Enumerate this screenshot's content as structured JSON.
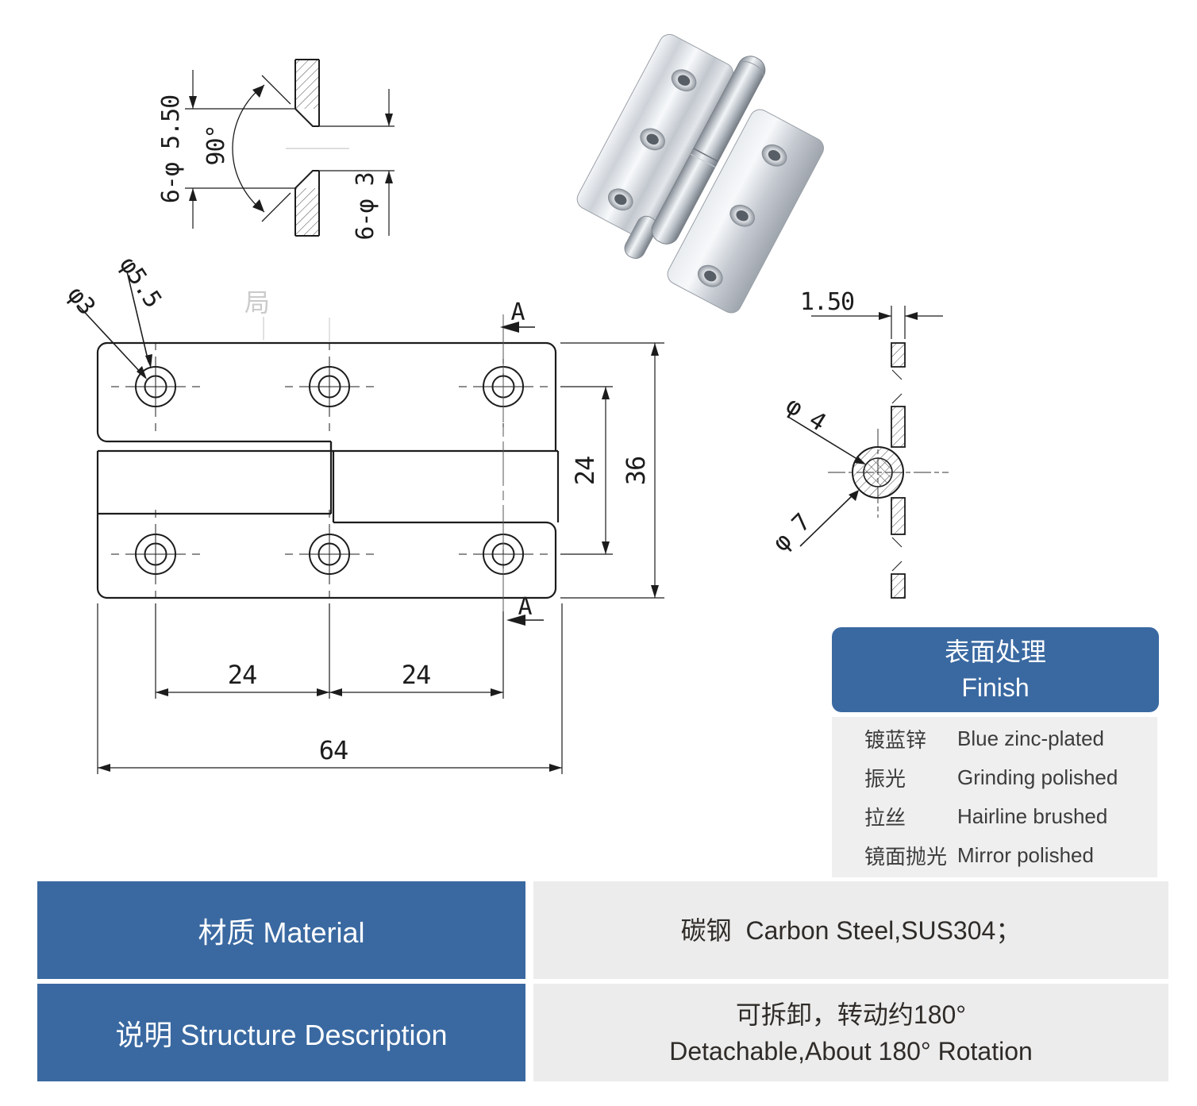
{
  "detail_view": {
    "dim_countersink": "6-φ 5.50",
    "dim_angle": "90°",
    "dim_through": "6-φ 3"
  },
  "plan_view": {
    "leader_outer": "φ5.5",
    "leader_inner": "φ3",
    "dim_row_spacing": "24",
    "dim_height": "36",
    "dim_pitch_a": "24",
    "dim_pitch_b": "24",
    "dim_width": "64",
    "section_top": "A",
    "section_bottom": "A"
  },
  "side_view": {
    "dim_thickness": "1.50",
    "leader_pin": "φ 4",
    "leader_barrel": "φ 7"
  },
  "watermark": {
    "char": "局"
  },
  "finish_table": {
    "header_cn": "表面处理",
    "header_en": "Finish",
    "rows": [
      {
        "cn": "镀蓝锌",
        "en": "Blue zinc-plated"
      },
      {
        "cn": "振光",
        "en": "Grinding polished"
      },
      {
        "cn": "拉丝",
        "en": "Hairline brushed"
      },
      {
        "cn": "镜面抛光",
        "en": "Mirror polished"
      }
    ]
  },
  "spec_table": {
    "rows": [
      {
        "label": "材质 Material",
        "value_lines": [
          "碳钢  Carbon Steel,SUS304；"
        ]
      },
      {
        "label": "说明 Structure Description",
        "value_lines": [
          "可拆卸，转动约180°",
          "Detachable,About 180° Rotation"
        ]
      }
    ]
  },
  "colors": {
    "accent_blue": "#3A69A1",
    "finish_body_gray": "#EFEFEF",
    "spec_cell_gray": "#ECECEC",
    "drawing_line": "#1C1C1C",
    "watermark_gray": "#CBCBCB",
    "metal_light": "#F6F8FA",
    "metal_dark": "#7F858D"
  }
}
